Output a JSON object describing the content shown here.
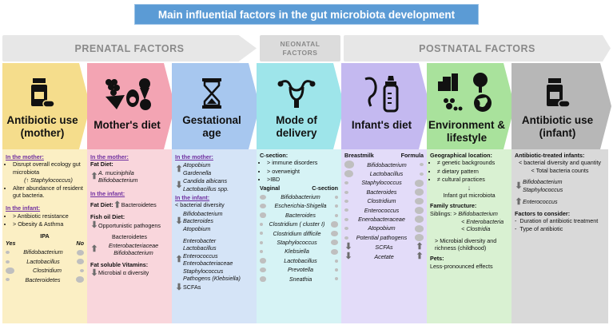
{
  "title": "Main influential factors in the gut microbiota development",
  "groups": {
    "prenatal": "PRENATAL FACTORS",
    "neonatal": "NEONATAL FACTORS",
    "postnatal": "POSTNATAL FACTORS"
  },
  "colors": {
    "title_bg": "#5b9bd5",
    "col1": "#f5dd8c",
    "col2": "#f3a4b3",
    "col3": "#a7c7ef",
    "col4": "#9ee5ea",
    "col5": "#c4b9f0",
    "col6": "#a9e29c",
    "col7": "#b7b7b7"
  },
  "columns": {
    "antibiotic_mother": {
      "label": "Antibiotic use (mother)",
      "icon": "medicine-bottle-icon",
      "mother_header": "In the mother:",
      "mother_items": [
        "Disrupt overall ecology gut microbiota",
        "(↑ Staphylococcus)",
        "Alter abundance of resident gut bacteria."
      ],
      "infant_header": "In the infant:",
      "infant_items": [
        "> Antibiotic resistance",
        "> Obesity & Asthma"
      ],
      "ipa": "IPA",
      "yes": "Yes",
      "no": "No",
      "rows": [
        {
          "name": "Bifidobacterium",
          "yes": 5,
          "no": 9
        },
        {
          "name": "Lactobacillus",
          "yes": 5,
          "no": 9
        },
        {
          "name": "Clostridium",
          "yes": 11,
          "no": 5
        },
        {
          "name": "Bacteroidetes",
          "yes": 5,
          "no": 10
        }
      ]
    },
    "mothers_diet": {
      "label": "Mother's diet",
      "icon": "food-icon",
      "mother_header": "In the mother:",
      "fat_diet": "Fat Diet:",
      "fat_diet_items": [
        "A. muciniphila",
        "Bifidobacterium"
      ],
      "infant_header": "In the infant:",
      "infant_fat_diet": "Fat Diet:",
      "infant_fat_value": "Bacteroidetes",
      "fish_oil": "Fish oil Diet:",
      "fish_oil_value": "Opportunistic pathogens",
      "fish_items": [
        "Bacteroidetes",
        "Enterobacteriaceae",
        "Bifidobacterium"
      ],
      "fat_soluble": "Fat soluble Vitamins:",
      "fat_soluble_value": "Microbial α diversity"
    },
    "gestational_age": {
      "label": "Gestational age",
      "icon": "hourglass-icon",
      "mother_header": "In the mother:",
      "mother_items": [
        "Atopobium",
        "Gardenella",
        "Candida albicans",
        "Lactobacillus spp."
      ],
      "infant_header": "In the infant:",
      "infant_first": "< bacterial diversity",
      "infant_items": [
        "Bifidobacterium",
        "Bacteroides",
        "Atopobium"
      ],
      "infant_items2": [
        "Enterobacter",
        "Lactobacillus",
        "Enterococcus",
        "Enterobacteriaceae",
        "Staphylococcus"
      ],
      "pathogens": "Pathogens (Klebsiella)",
      "scfas": "SCFAs"
    },
    "mode_delivery": {
      "label": "Mode of delivery",
      "icon": "uterus-icon",
      "csection_header": "C-section:",
      "csection_items": [
        "> immune disorders",
        "> overweight",
        ">IBD"
      ],
      "vaginal": "Vaginal",
      "csection": "C-section",
      "rows": [
        {
          "name": "Bifidobacterium",
          "v": 8,
          "c": 4
        },
        {
          "name": "Escherichia-Shigella",
          "v": 8,
          "c": 4
        },
        {
          "name": "Bacteroides",
          "v": 8,
          "c": 4
        },
        {
          "name": "Clostridium ( cluster I)",
          "v": 4,
          "c": 9
        },
        {
          "name": "Clostridium difficile",
          "v": 4,
          "c": 9
        },
        {
          "name": "Staphylococcus",
          "v": 4,
          "c": 9
        },
        {
          "name": "Klebsiella",
          "v": 4,
          "c": 9
        },
        {
          "name": "Lactobacillus",
          "v": 8,
          "c": 4
        },
        {
          "name": "Prevotella",
          "v": 8,
          "c": 4
        },
        {
          "name": "Sneathia",
          "v": 8,
          "c": 4
        }
      ]
    },
    "infants_diet": {
      "label": "Infant's diet",
      "icon": "baby-bottle-icon",
      "breastmilk": "Breastmilk",
      "formula": "Formula",
      "rows": [
        {
          "name": "Bifidobacterium",
          "b": 12,
          "f": 5
        },
        {
          "name": "Lactobacillus",
          "b": 11,
          "f": 5
        },
        {
          "name": "Staphylococcus",
          "b": 5,
          "f": 11
        },
        {
          "name": "Bacteroides",
          "b": 5,
          "f": 11
        },
        {
          "name": "Clostridium",
          "b": 5,
          "f": 11
        },
        {
          "name": "Enterococcus",
          "b": 5,
          "f": 11
        },
        {
          "name": "Enerobacteraceae",
          "b": 5,
          "f": 11
        },
        {
          "name": "Atopobium",
          "b": 5,
          "f": 11
        },
        {
          "name": "Potential pathogens",
          "b": 5,
          "f": 11
        }
      ],
      "scfas": "SCFAs",
      "acetate": "Acetate"
    },
    "environment": {
      "label": "Environment & lifestyle",
      "icon": "city-tree-globe-icon",
      "geo_header": "Geographical location:",
      "geo_items": [
        "≠ genetic backgrounds",
        "≠ dietary pattern",
        "≠ cultural practices"
      ],
      "infant_gut": "Infant gut microbiota",
      "family_header": "Family structure:",
      "siblings": "Siblings:",
      "siblings_items": [
        "> Bifidobacterium",
        "< Enterobacteria",
        "< Clostridia"
      ],
      "diversity": "> Microbial diversity and richness (childhood)",
      "pets_header": "Pets:",
      "pets_value": "Less-pronounced effects"
    },
    "antibiotic_infant": {
      "label": "Antibiotic use (infant)",
      "icon": "medicine-bottle-icon",
      "treated_header": "Antibiotic-treated infants:",
      "treated_items": [
        "< bacterial diversity and quantity",
        "< Total bacteria counts"
      ],
      "down_items": [
        "Bifidobacterium",
        "Staphylococcus"
      ],
      "up_items": [
        "Enterococcus"
      ],
      "factors_header": "Factors to consider:",
      "factors_items": [
        "Duration of antibiotic treatment",
        "Type of antibiotic"
      ]
    }
  }
}
